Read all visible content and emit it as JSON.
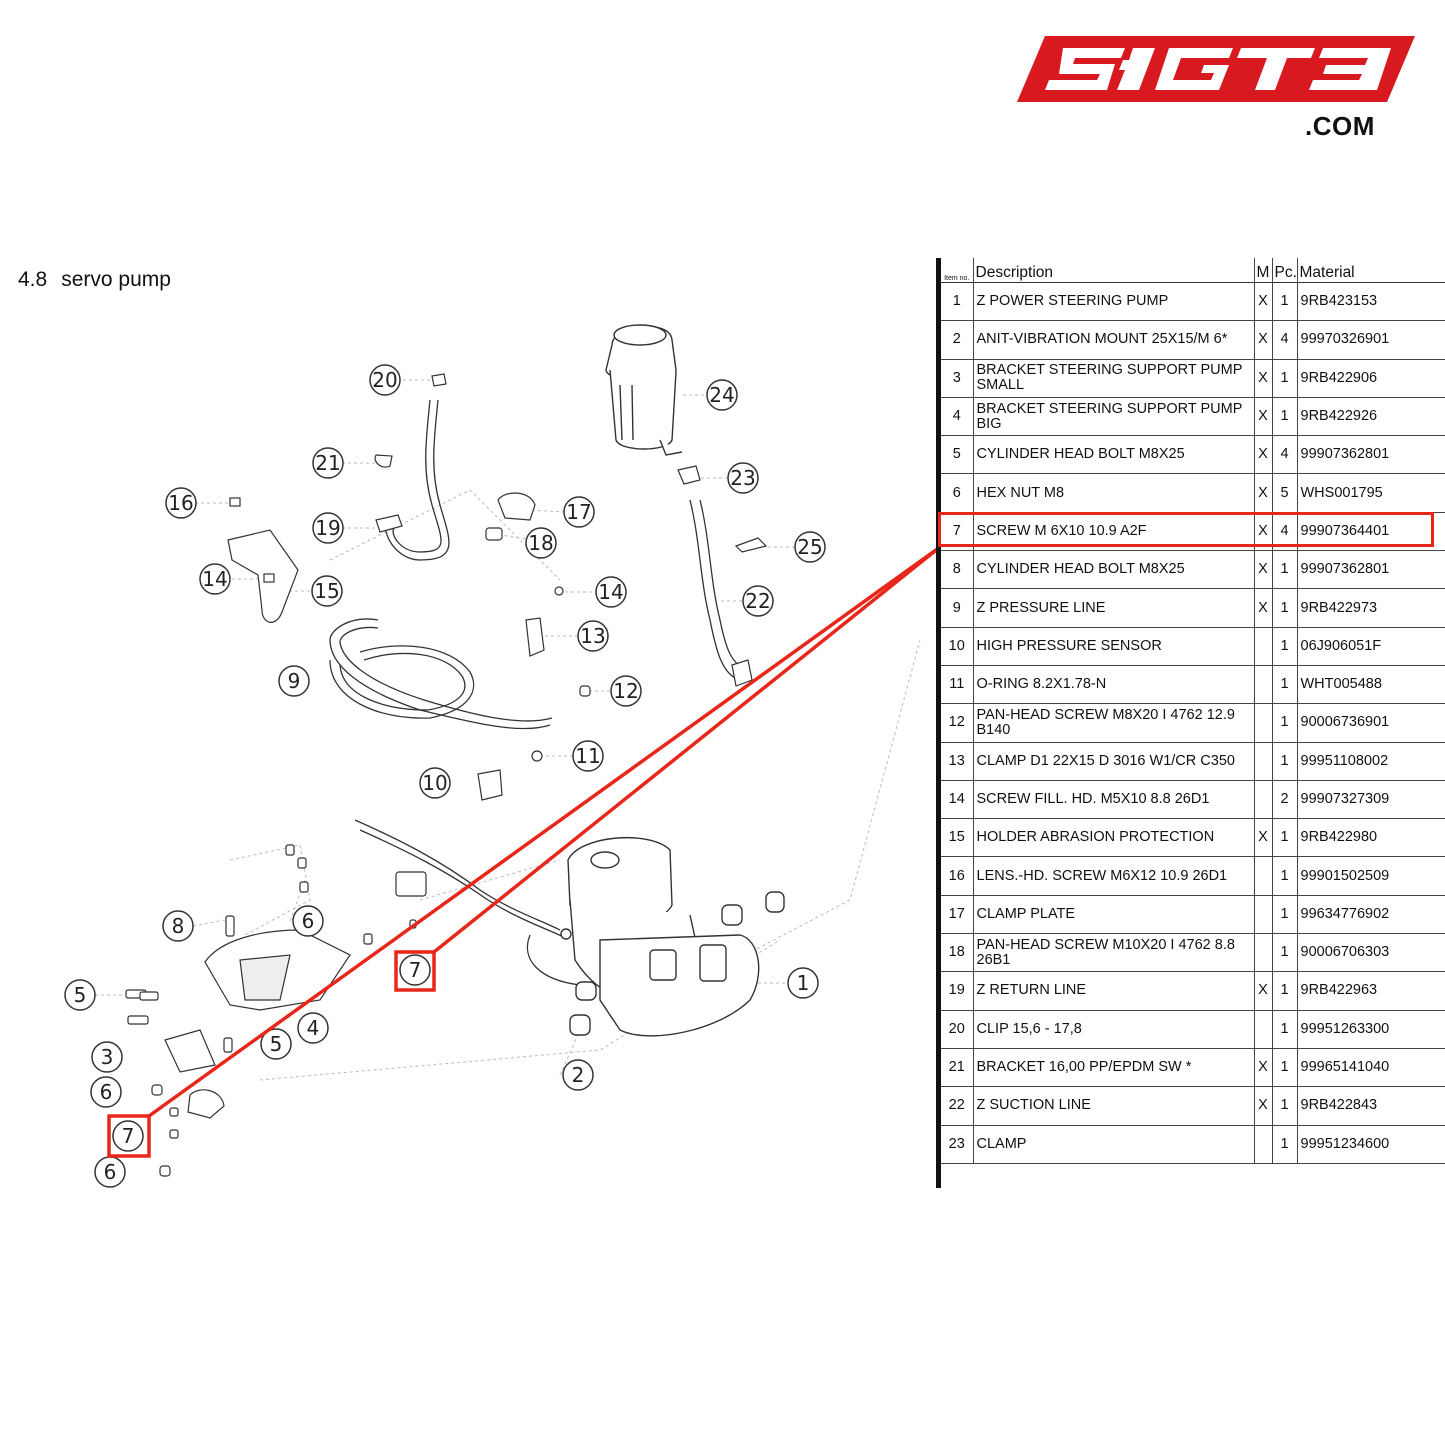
{
  "logo": {
    "mark": "SIGT3",
    "suffix": ".COM",
    "color": "#d8191f"
  },
  "section": {
    "number": "4.8",
    "title": "servo pump"
  },
  "highlight_color": "#e8261a",
  "table": {
    "headers": {
      "item_no": "Item no.",
      "description": "Description",
      "m": "M",
      "pc": "Pc.",
      "material": "Material"
    },
    "rows": [
      {
        "no": "1",
        "desc": "Z POWER STEERING PUMP",
        "m": "X",
        "pc": "1",
        "material": "9RB423153"
      },
      {
        "no": "2",
        "desc": "ANIT-VIBRATION MOUNT 25X15/M 6*",
        "m": "X",
        "pc": "4",
        "material": "99970326901"
      },
      {
        "no": "3",
        "desc": "BRACKET STEERING SUPPORT PUMP SMALL",
        "m": "X",
        "pc": "1",
        "material": "9RB422906"
      },
      {
        "no": "4",
        "desc": "BRACKET STEERING SUPPORT PUMP BIG",
        "m": "X",
        "pc": "1",
        "material": "9RB422926"
      },
      {
        "no": "5",
        "desc": "CYLINDER HEAD BOLT M8X25",
        "m": "X",
        "pc": "4",
        "material": "99907362801"
      },
      {
        "no": "6",
        "desc": "HEX NUT M8",
        "m": "X",
        "pc": "5",
        "material": "WHS001795"
      },
      {
        "no": "7",
        "desc": "SCREW M 6X10 10.9 A2F",
        "m": "X",
        "pc": "4",
        "material": "99907364401"
      },
      {
        "no": "8",
        "desc": "CYLINDER HEAD BOLT M8X25",
        "m": "X",
        "pc": "1",
        "material": "99907362801"
      },
      {
        "no": "9",
        "desc": "Z PRESSURE LINE",
        "m": "X",
        "pc": "1",
        "material": "9RB422973"
      },
      {
        "no": "10",
        "desc": "HIGH PRESSURE SENSOR",
        "m": "",
        "pc": "1",
        "material": "06J906051F"
      },
      {
        "no": "11",
        "desc": "O-RING 8.2X1.78-N",
        "m": "",
        "pc": "1",
        "material": "WHT005488"
      },
      {
        "no": "12",
        "desc": "PAN-HEAD SCREW M8X20 I 4762 12.9 B140",
        "m": "",
        "pc": "1",
        "material": "90006736901"
      },
      {
        "no": "13",
        "desc": "CLAMP D1 22X15 D 3016 W1/CR C350",
        "m": "",
        "pc": "1",
        "material": "99951108002"
      },
      {
        "no": "14",
        "desc": "SCREW FILL. HD. M5X10 8.8 26D1",
        "m": "",
        "pc": "2",
        "material": "99907327309"
      },
      {
        "no": "15",
        "desc": "HOLDER ABRASION PROTECTION",
        "m": "X",
        "pc": "1",
        "material": "9RB422980"
      },
      {
        "no": "16",
        "desc": "LENS.-HD. SCREW M6X12 10.9 26D1",
        "m": "",
        "pc": "1",
        "material": "99901502509"
      },
      {
        "no": "17",
        "desc": "CLAMP PLATE",
        "m": "",
        "pc": "1",
        "material": "99634776902"
      },
      {
        "no": "18",
        "desc": "PAN-HEAD SCREW M10X20 I 4762 8.8 26B1",
        "m": "",
        "pc": "1",
        "material": "90006706303"
      },
      {
        "no": "19",
        "desc": "Z RETURN LINE",
        "m": "X",
        "pc": "1",
        "material": "9RB422963"
      },
      {
        "no": "20",
        "desc": "CLIP 15,6 - 17,8",
        "m": "",
        "pc": "1",
        "material": "99951263300"
      },
      {
        "no": "21",
        "desc": "BRACKET 16,00 PP/EPDM SW *",
        "m": "X",
        "pc": "1",
        "material": "99965141040"
      },
      {
        "no": "22",
        "desc": "Z SUCTION LINE",
        "m": "X",
        "pc": "1",
        "material": "9RB422843"
      },
      {
        "no": "23",
        "desc": "CLAMP",
        "m": "",
        "pc": "1",
        "material": "99951234600"
      }
    ]
  },
  "callouts": [
    "20",
    "24",
    "21",
    "23",
    "16",
    "17",
    "19",
    "18",
    "25",
    "14",
    "15",
    "22",
    "14",
    "13",
    "9",
    "12",
    "11",
    "10",
    "6",
    "8",
    "7",
    "1",
    "5",
    "4",
    "3",
    "5",
    "2",
    "6",
    "7",
    "6"
  ]
}
